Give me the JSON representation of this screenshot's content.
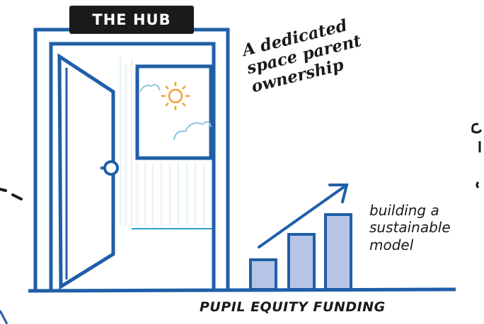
{
  "badge": {
    "text": "THE HUB"
  },
  "note_ownership": {
    "lines": [
      "A dedicated",
      "space parent",
      "ownership"
    ]
  },
  "note_model": {
    "lines": [
      "building a",
      "sustainable",
      "model"
    ]
  },
  "caption": {
    "text": "PUPIL EQUITY FUNDING"
  },
  "colors": {
    "line_blue": "#1f5fa8",
    "bar_fill": "#b8c4e6",
    "sun": "#f0a030",
    "cloud": "#8fc3dc",
    "ink": "#1a1a1a"
  },
  "icons": [
    "door-icon",
    "sun-icon",
    "cloud-icon",
    "growth-arrow-icon"
  ]
}
